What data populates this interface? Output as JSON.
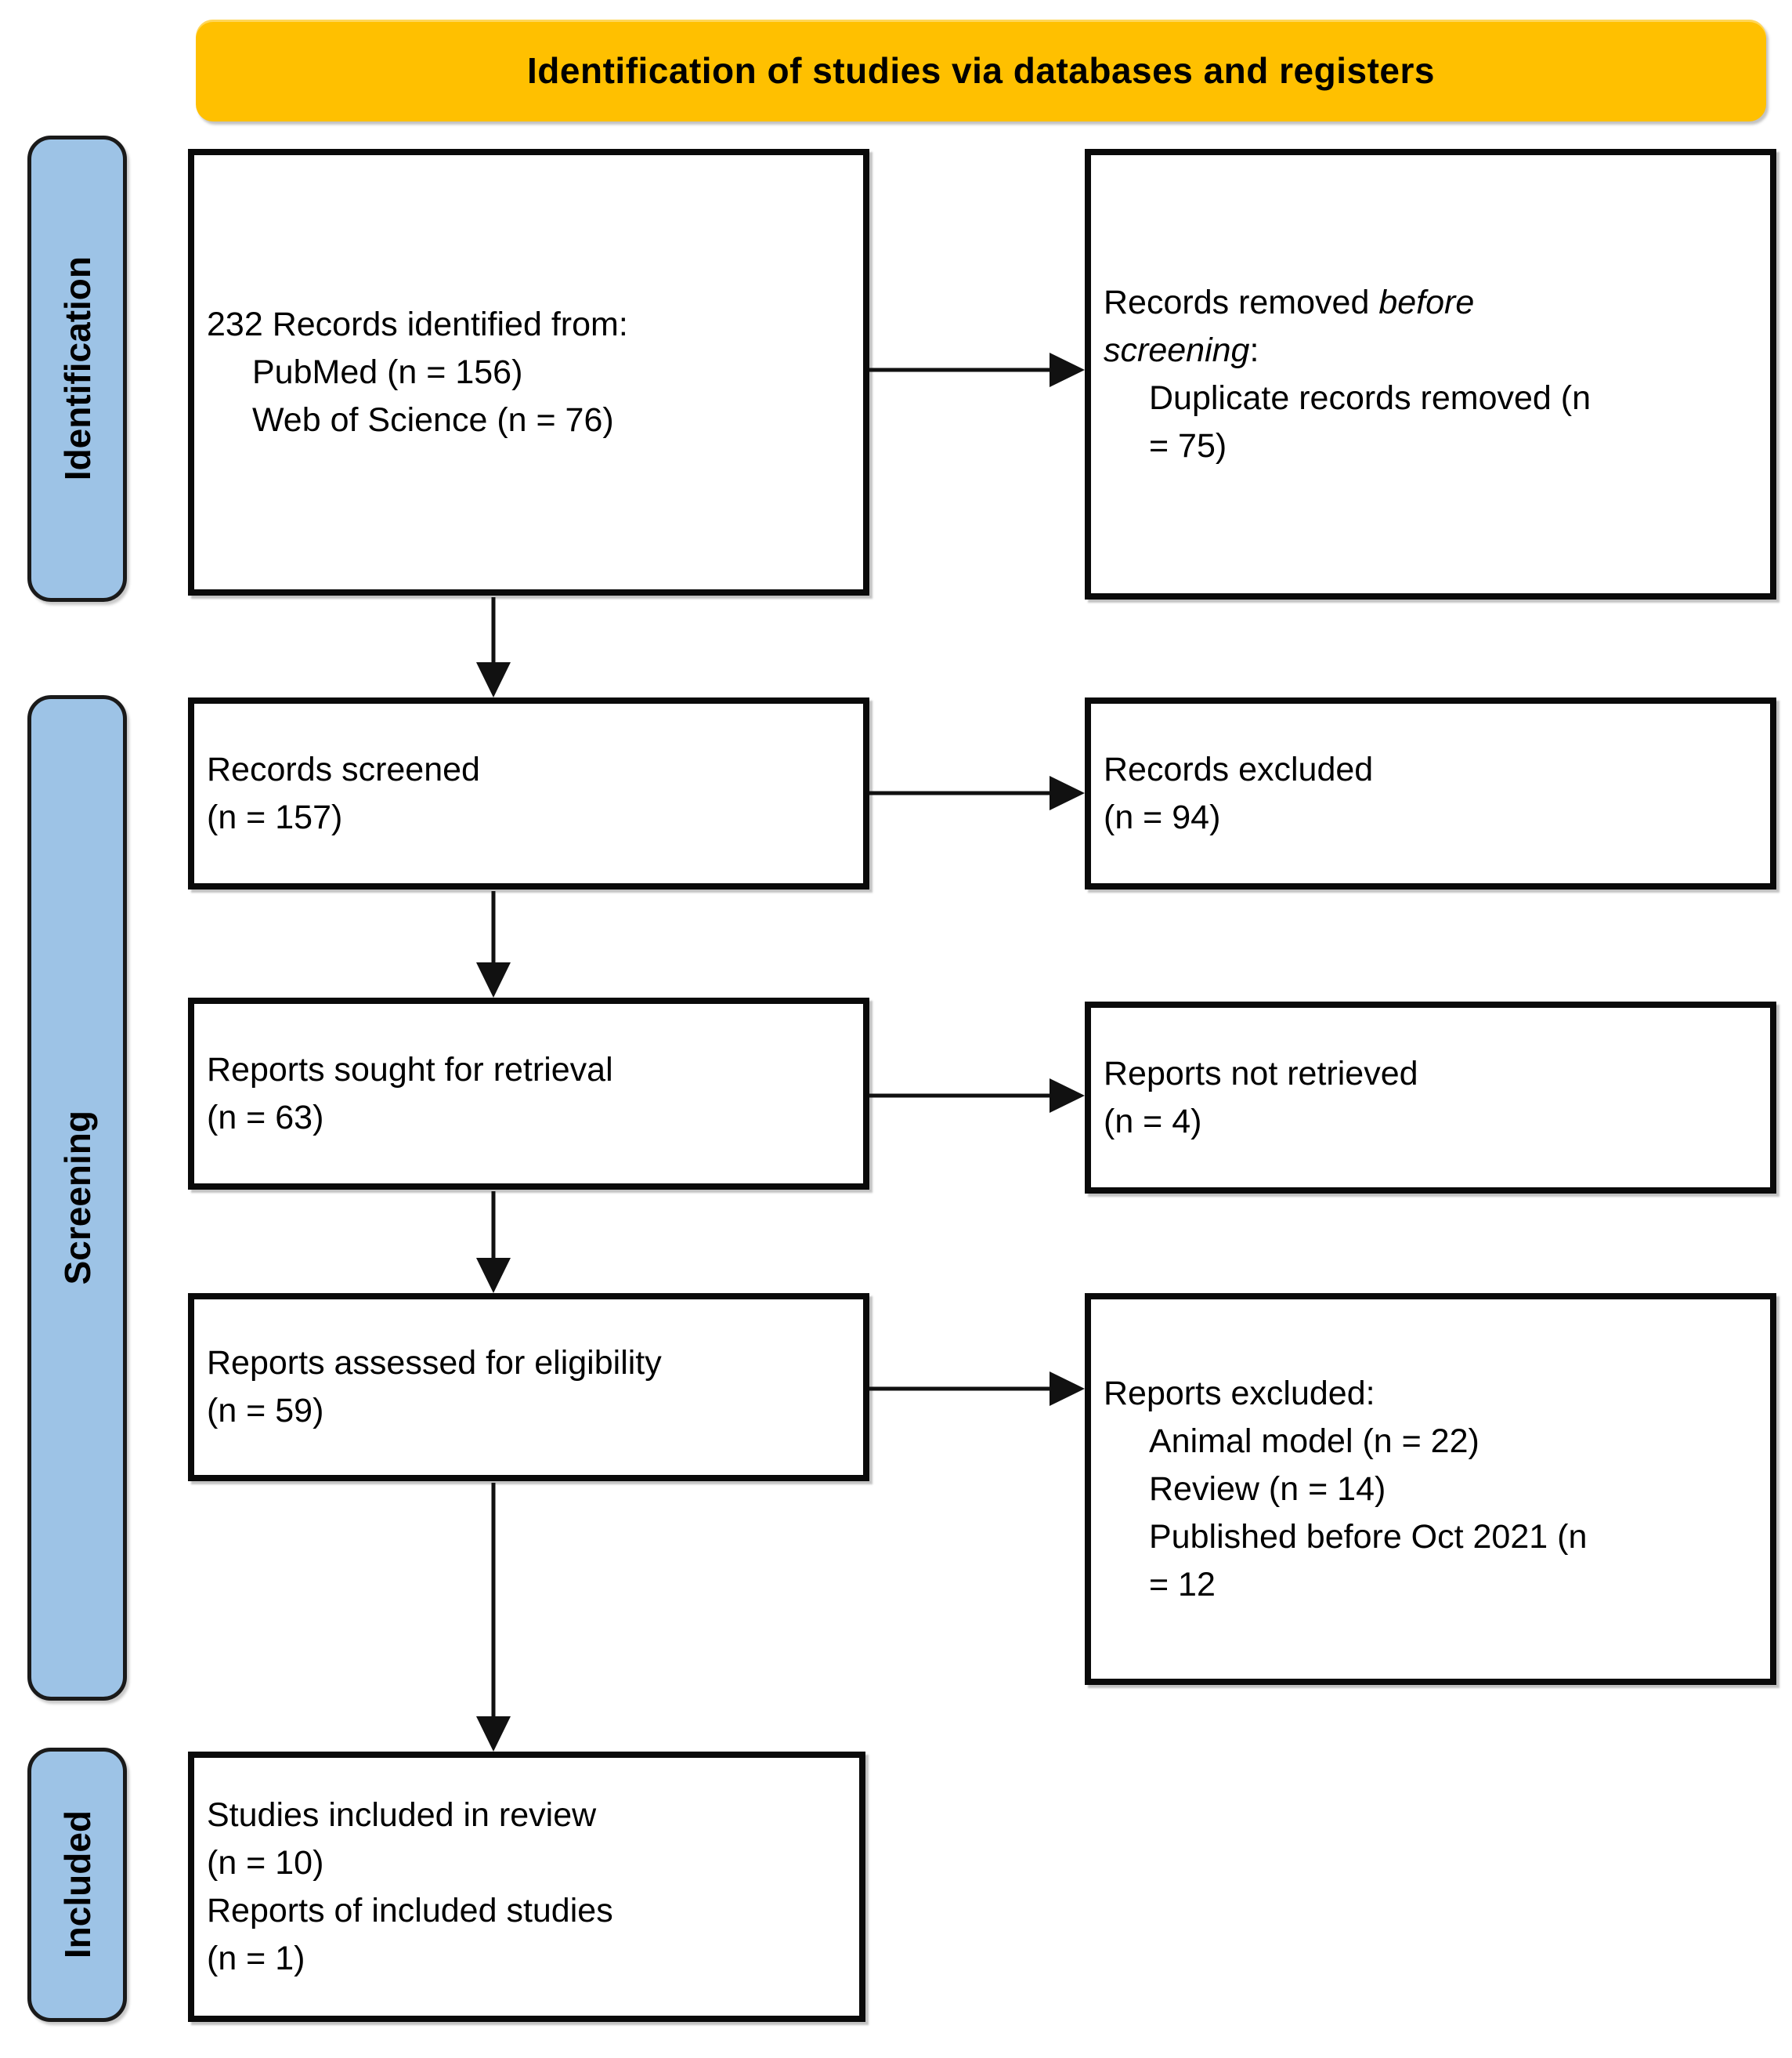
{
  "banner": {
    "title": "Identification of studies via databases and registers"
  },
  "colors": {
    "banner_bg": "#FFC000",
    "stage_bg": "#9DC3E6",
    "box_border": "#000000"
  },
  "stages": [
    {
      "label": "Identification"
    },
    {
      "label": "Screening"
    },
    {
      "label": "Included"
    }
  ],
  "boxes": {
    "records_identified": {
      "lines": [
        {
          "runs": [
            {
              "t": "232 Records identified from:"
            }
          ]
        },
        {
          "indent": true,
          "runs": [
            {
              "t": "PubMed (n = 156)"
            }
          ]
        },
        {
          "indent": true,
          "runs": [
            {
              "t": "Web of Science (n = 76)"
            }
          ]
        }
      ]
    },
    "records_removed": {
      "lines": [
        {
          "runs": [
            {
              "t": "Records removed "
            },
            {
              "t": "before",
              "i": true
            }
          ]
        },
        {
          "runs": [
            {
              "t": "screening",
              "i": true
            },
            {
              "t": ":"
            }
          ]
        },
        {
          "indent": true,
          "runs": [
            {
              "t": "Duplicate records removed (n"
            }
          ]
        },
        {
          "indent": true,
          "runs": [
            {
              "t": "= 75)"
            }
          ]
        }
      ]
    },
    "records_screened": {
      "lines": [
        {
          "runs": [
            {
              "t": "Records screened"
            }
          ]
        },
        {
          "runs": [
            {
              "t": "(n = 157)"
            }
          ]
        }
      ]
    },
    "records_excluded": {
      "lines": [
        {
          "runs": [
            {
              "t": "Records excluded"
            }
          ]
        },
        {
          "runs": [
            {
              "t": "(n = 94)"
            }
          ]
        }
      ]
    },
    "reports_sought": {
      "lines": [
        {
          "runs": [
            {
              "t": "Reports sought for retrieval"
            }
          ]
        },
        {
          "runs": [
            {
              "t": "(n = 63)"
            }
          ]
        }
      ]
    },
    "reports_not_retrieved": {
      "lines": [
        {
          "runs": [
            {
              "t": "Reports not retrieved"
            }
          ]
        },
        {
          "runs": [
            {
              "t": "(n = 4)"
            }
          ]
        }
      ]
    },
    "reports_assessed": {
      "lines": [
        {
          "runs": [
            {
              "t": "Reports assessed for eligibility"
            }
          ]
        },
        {
          "runs": [
            {
              "t": "(n = 59)"
            }
          ]
        }
      ]
    },
    "reports_excluded": {
      "lines": [
        {
          "runs": [
            {
              "t": "Reports excluded:"
            }
          ]
        },
        {
          "indent": true,
          "runs": [
            {
              "t": "Animal model (n = 22)"
            }
          ]
        },
        {
          "indent": true,
          "runs": [
            {
              "t": "Review (n = 14)"
            }
          ]
        },
        {
          "indent": true,
          "runs": [
            {
              "t": "Published before Oct 2021 (n"
            }
          ]
        },
        {
          "indent": true,
          "runs": [
            {
              "t": "= 12"
            }
          ]
        }
      ]
    },
    "studies_included": {
      "lines": [
        {
          "runs": [
            {
              "t": "Studies included in review"
            }
          ]
        },
        {
          "runs": [
            {
              "t": "(n = 10)"
            }
          ]
        },
        {
          "runs": [
            {
              "t": "Reports of included studies"
            }
          ]
        },
        {
          "runs": [
            {
              "t": "(n = 1)"
            }
          ]
        }
      ]
    }
  }
}
